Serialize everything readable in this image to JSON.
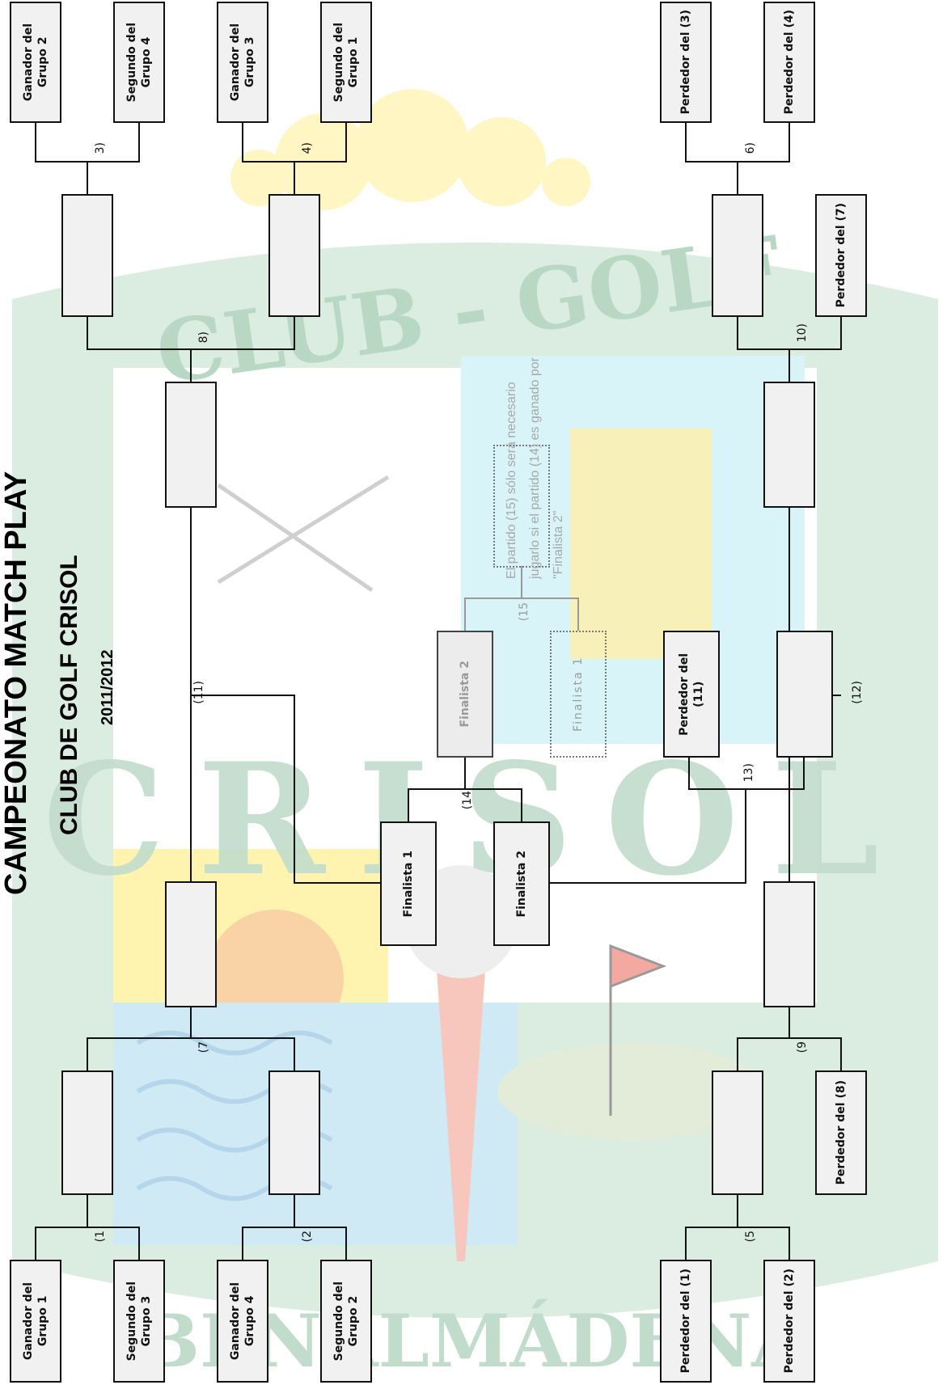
{
  "titles": {
    "championship": "CAMPEONATO MATCH PLAY",
    "club": "CLUB DE GOLF CRISOL",
    "season": "2011/2012"
  },
  "watermark": {
    "top_text": "CLUB - GOLF",
    "middle_text": "CRISOL",
    "bottom_text": "BENALMÁDENA",
    "colors": {
      "green": "#cfe5d6",
      "sky": "#d8f4f8",
      "sun": "#fff3b0",
      "orange": "#f9d3a6",
      "sea": "#cfeaf5",
      "flag": "#f3a9a0",
      "tower": "#f7f0b8"
    }
  },
  "slots": {
    "g2": "Ganador del\nGrupo 2",
    "s4": "Segundo del\nGrupo 4",
    "g3": "Ganador del\nGrupo 3",
    "s1": "Segundo del\nGrupo 1",
    "g1": "Ganador del\nGrupo 1",
    "s3": "Segundo del\nGrupo 3",
    "g4": "Ganador del\nGrupo 4",
    "s2": "Segundo del\nGrupo 2",
    "p3": "Perdedor del (3)",
    "p4": "Perdedor del (4)",
    "p7": "Perdedor del (7)",
    "p1": "Perdedor del (1)",
    "p2": "Perdedor del (2)",
    "p8": "Perdedor del (8)",
    "p11": "Perdedor del\n(11)",
    "f1": "Finalista 1",
    "f2": "Finalista 2",
    "f2_faint": "Finalista 2",
    "f1_faint": "Finalista 1"
  },
  "match_labels": {
    "m1": "(1",
    "m2": "(2",
    "m3": "3)",
    "m4": "4)",
    "m5": "(5",
    "m6": "6)",
    "m7": "(7",
    "m8": "8)",
    "m9": "(9",
    "m10": "10)",
    "m11": "(11)",
    "m12": "(12)",
    "m13": "13)",
    "m14": "(14",
    "m15": "(15"
  },
  "note": "El partido (15) sólo será necesario jugarlo si el partido (14) es ganado por \"Finalista 2\""
}
